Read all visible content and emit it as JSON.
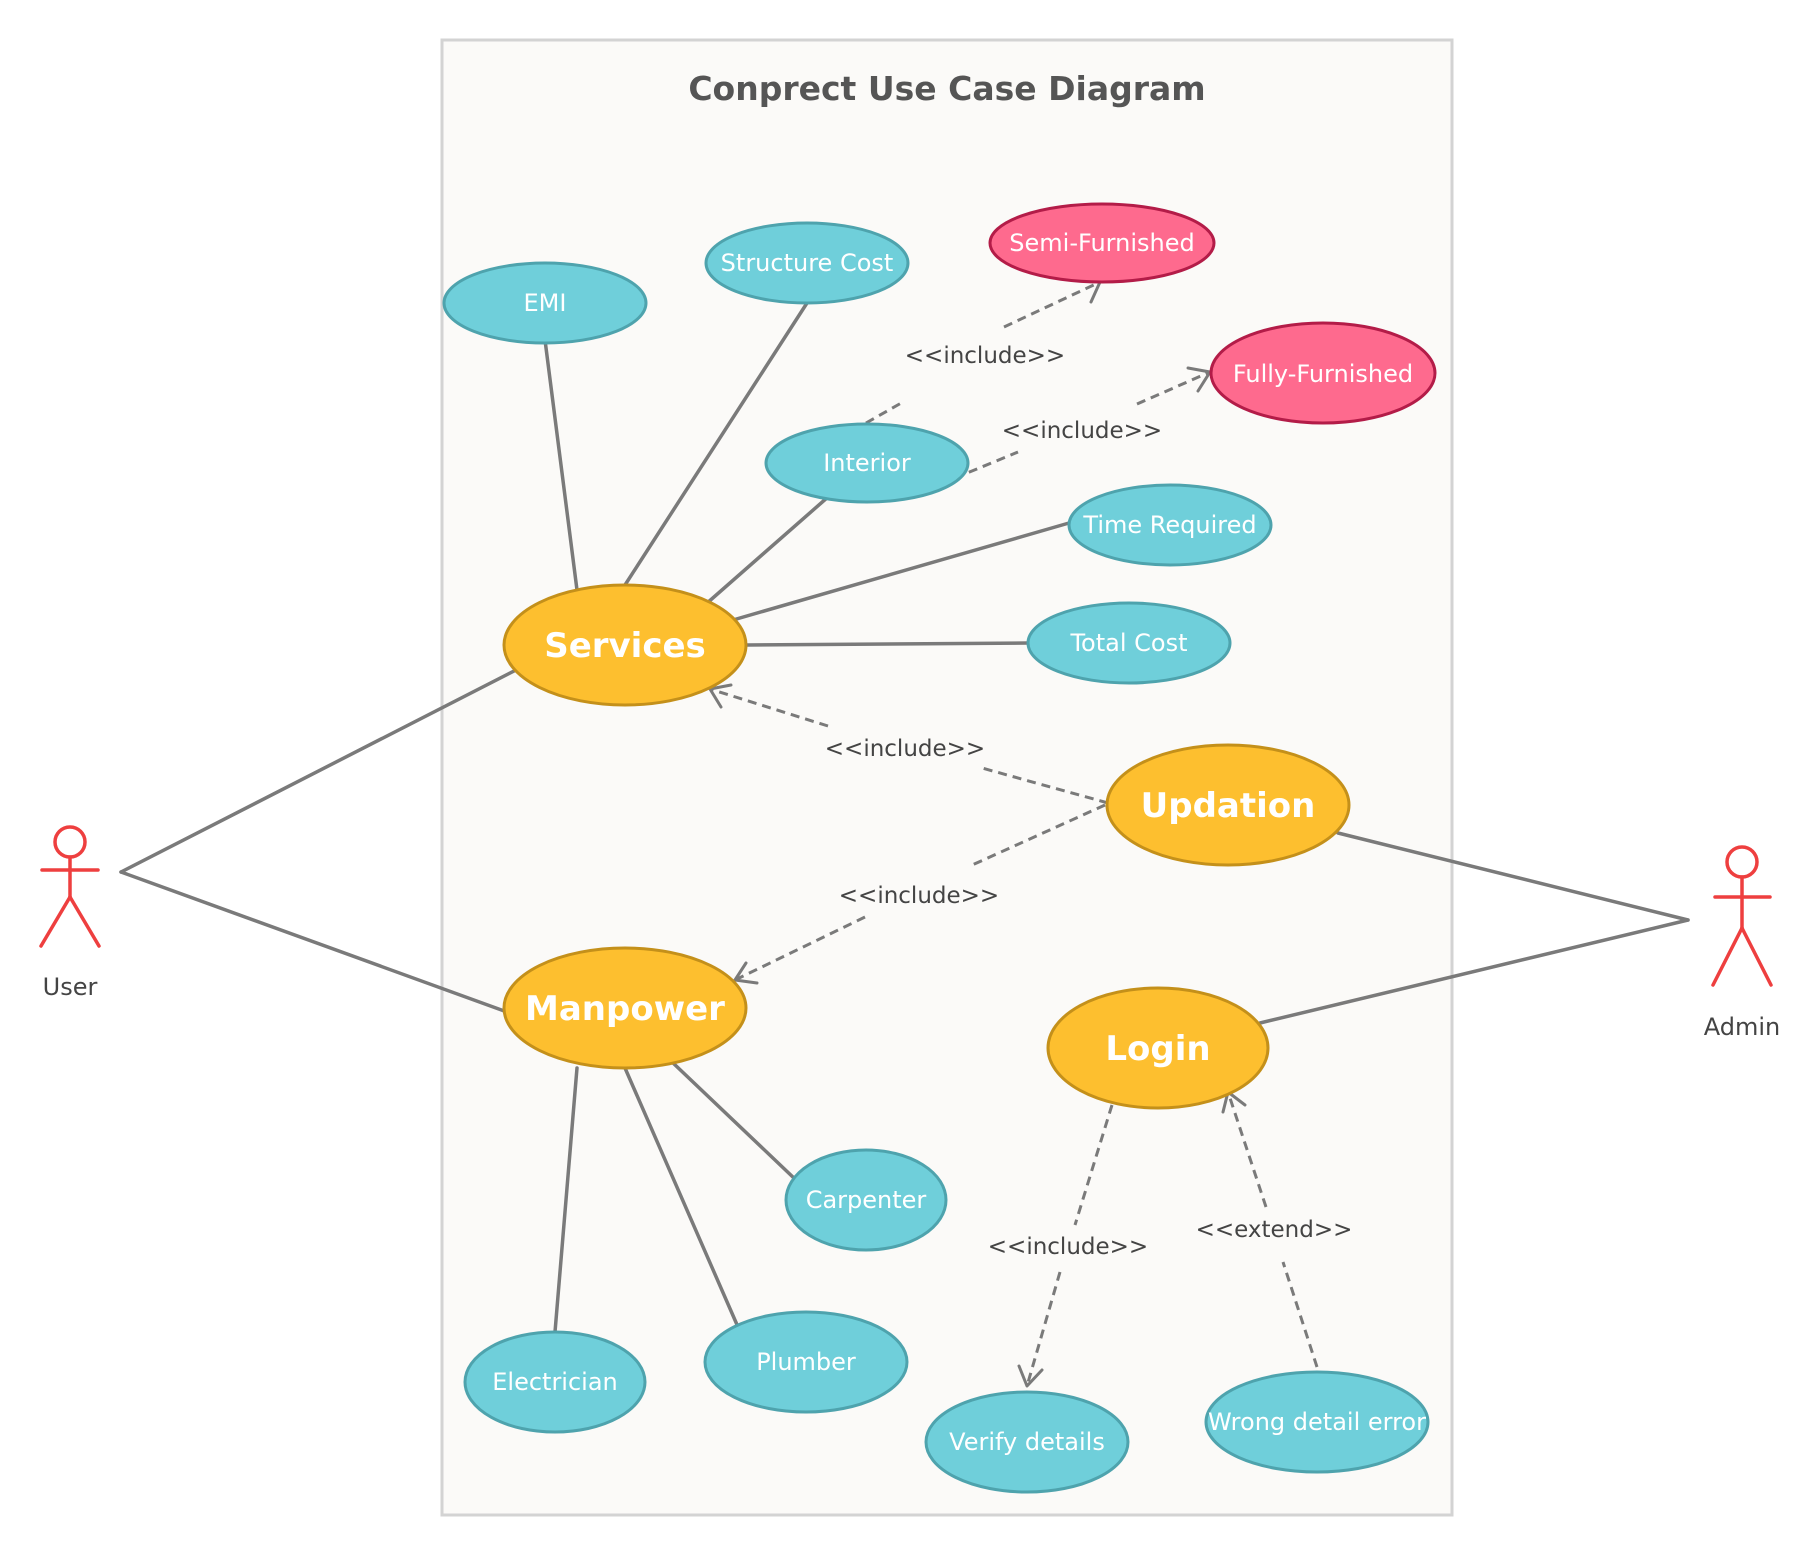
{
  "diagram": {
    "title": "Conprect Use Case Diagram",
    "colors": {
      "boundary_fill": "#fbfaf8",
      "boundary_stroke": "#d3d3d3",
      "secondary_use_case": "#6fcfda",
      "primary_use_case": "#fdbf2f",
      "highlight_use_case": "#fe6a8e",
      "actor": "#ee3f3f",
      "connector": "#7a7a7a"
    },
    "actors": {
      "user": "User",
      "admin": "Admin"
    },
    "use_cases": {
      "emi": "EMI",
      "structure_cost": "Structure Cost",
      "semi_furnished": "Semi-Furnished",
      "fully_furnished": "Fully-Furnished",
      "interior": "Interior",
      "time_required": "Time Required",
      "total_cost": "Total Cost",
      "services": "Services",
      "updation": "Updation",
      "manpower": "Manpower",
      "login": "Login",
      "carpenter": "Carpenter",
      "electrician": "Electrician",
      "plumber": "Plumber",
      "verify_details": "Verify details",
      "wrong_detail_error": "Wrong detail error"
    },
    "relationships": {
      "interior_semi": "<<include>>",
      "interior_fully": "<<include>>",
      "updation_services": "<<include>>",
      "updation_manpower": "<<include>>",
      "login_verify": "<<include>>",
      "wrong_login": "<<extend>>"
    }
  }
}
